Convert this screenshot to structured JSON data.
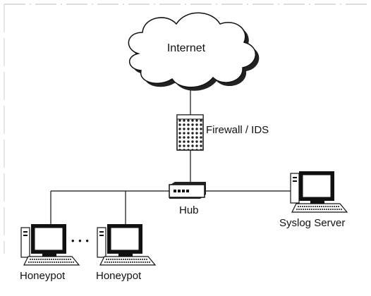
{
  "diagram": {
    "cloud_label": "Internet",
    "firewall_label": "Firewall / IDS",
    "hub_label": "Hub",
    "syslog_label": "Syslog Server",
    "honeypot_labels": [
      "Honeypot",
      "Honeypot"
    ],
    "ellipsis": "• • •"
  },
  "colors": {
    "line": "#111111",
    "fill": "#ffffff",
    "shade": "#222222"
  },
  "icons": [
    "cloud-icon",
    "firewall-icon",
    "hub-icon",
    "computer-icon"
  ]
}
